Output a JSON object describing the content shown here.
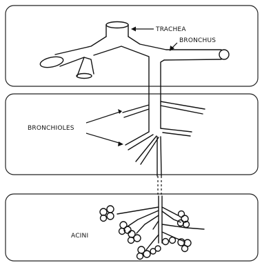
{
  "labels": {
    "trachea": "TRACHEA",
    "bronchus": "BRONCHUS",
    "bronchioles": "BRONCHIOLES",
    "acini": "ACINI"
  }
}
